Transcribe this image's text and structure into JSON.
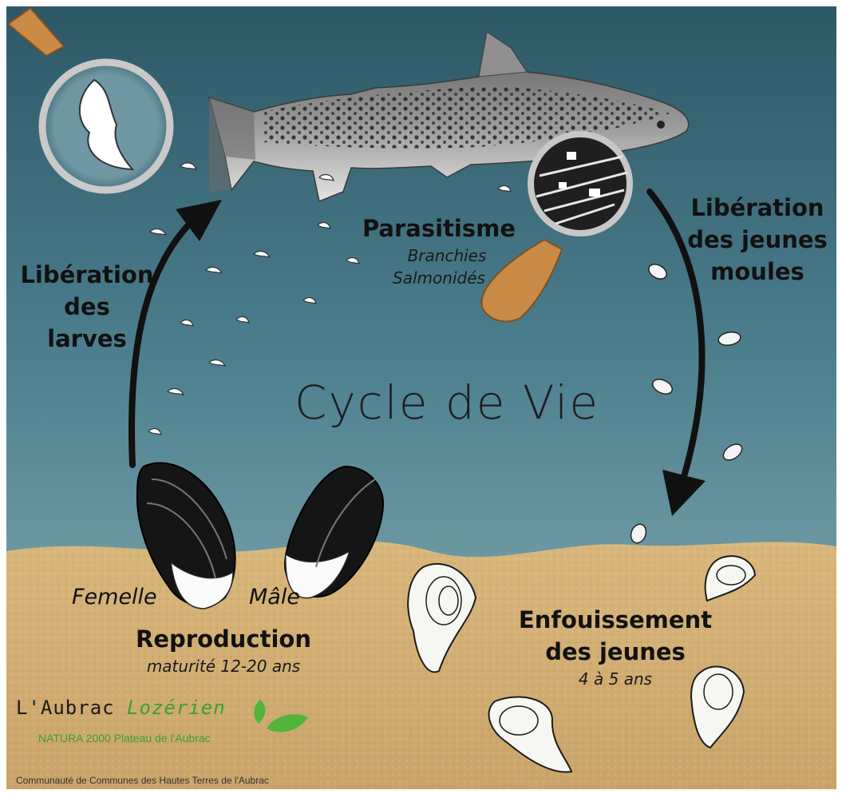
{
  "title": "Cycle de Vie",
  "stages": {
    "larvae_release": [
      "Libération",
      "des",
      "larves"
    ],
    "parasitism": {
      "title": "Parasitisme",
      "sub1": "Branchies",
      "sub2": "Salmonidés"
    },
    "juvenile_release": [
      "Libération",
      "des jeunes",
      "moules"
    ],
    "burial": {
      "title1": "Enfouissement",
      "title2": "des jeunes",
      "sub": "4 à 5 ans"
    },
    "reproduction": {
      "female": "Femelle",
      "male": "Mâle",
      "title": "Reproduction",
      "sub": "maturité 12-20 ans"
    }
  },
  "logo": {
    "name_part1": "L'Aubrac ",
    "name_part2": "Lozérien",
    "subtitle": "NATURA 2000 Plateau de l'Aubrac",
    "community": "Communauté de Communes des Hautes Terres de l'Aubrac"
  },
  "colors": {
    "water_top": "#2f5c6c",
    "water_mid": "#4f8291",
    "water_low": "#84aeb4",
    "sand": "#d6b47a",
    "magnifier_handle": "#c98a45",
    "logo_green": "#3aa12e",
    "arrow": "#111111"
  }
}
